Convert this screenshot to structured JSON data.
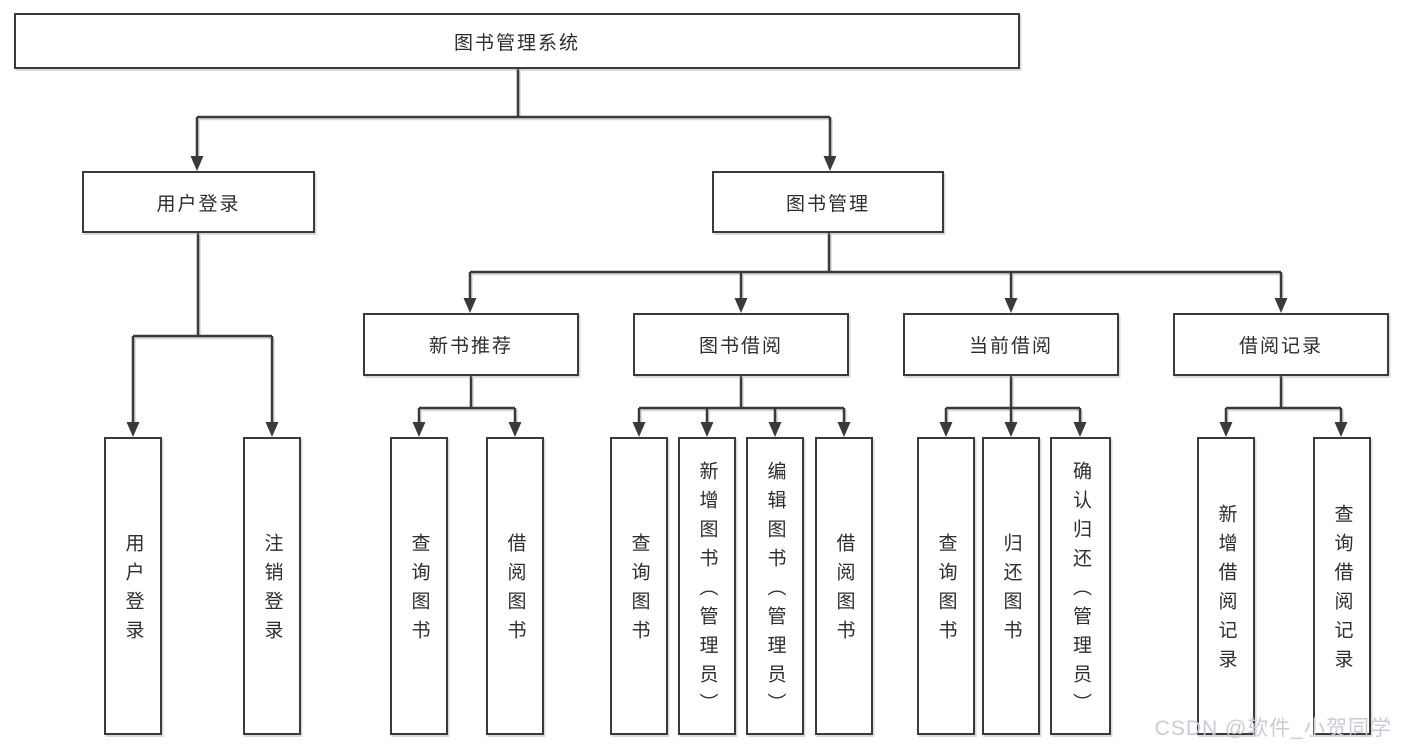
{
  "diagram": {
    "type": "hierarchy-tree",
    "root": {
      "label": "图书管理系统",
      "children": [
        {
          "label": "用户登录",
          "children": [
            {
              "label": "用户登录"
            },
            {
              "label": "注销登录"
            }
          ]
        },
        {
          "label": "图书管理",
          "children": [
            {
              "label": "新书推荐",
              "children": [
                {
                  "label": "查询图书"
                },
                {
                  "label": "借阅图书"
                }
              ]
            },
            {
              "label": "图书借阅",
              "children": [
                {
                  "label": "查询图书"
                },
                {
                  "label": "新增图书（管理员）"
                },
                {
                  "label": "编辑图书（管理员）"
                },
                {
                  "label": "借阅图书"
                }
              ]
            },
            {
              "label": "当前借阅",
              "children": [
                {
                  "label": "查询图书"
                },
                {
                  "label": "归还图书"
                },
                {
                  "label": "确认归还（管理员）"
                }
              ]
            },
            {
              "label": "借阅记录",
              "children": [
                {
                  "label": "新增借阅记录"
                },
                {
                  "label": "查询借阅记录"
                }
              ]
            }
          ]
        }
      ]
    }
  },
  "watermark": {
    "text": "CSDN @软件_小贺同学",
    "color": "#c9cbd6"
  },
  "colors": {
    "line": "#3a3a3a",
    "box_border": "#3a3a3a",
    "text": "#2d2d2d",
    "background": "#ffffff"
  }
}
